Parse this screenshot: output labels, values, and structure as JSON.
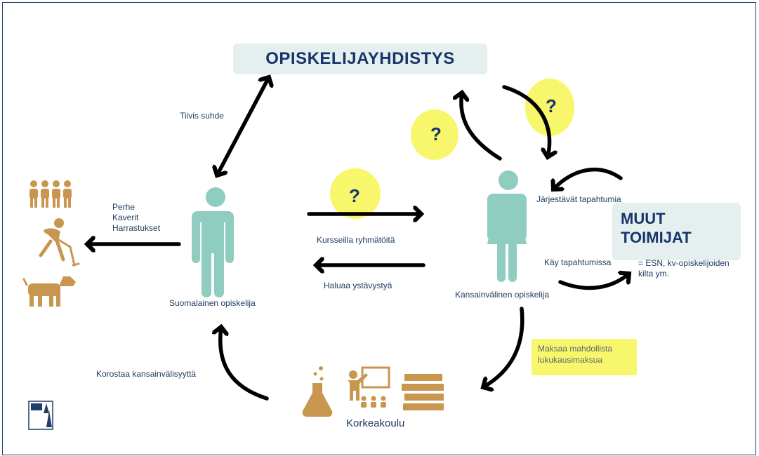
{
  "nodes": {
    "student_union": "OPISKELIJAYHDISTYS",
    "finnish_student": "Suomalainen opiskelija",
    "international_student": "Kansainvälinen opiskelija",
    "other_actors": "MUUT\nTOIMIJAT",
    "other_actors_note": "= ESN, kv-opiskelijoiden\nkilta ym.",
    "university": "Korkeakoulu",
    "finnish_social": "Perhe\nKaverit\nHarrastukset"
  },
  "edges": {
    "close_relation": "Tiivis suhde",
    "group_work": "Kursseilla ryhmätöitä",
    "wants_friends": "Haluaa ystävystyä",
    "organize_events": "Järjestävät tapahtumia",
    "attends_events": "Käy tapahtumissa",
    "emphasize_international": "Korostaa kansainvälisyyttä",
    "tuition_fee": "Maksaa mahdollista\nlukukausimaksua"
  },
  "question_mark": "?",
  "colors": {
    "person": "#8fcdc0",
    "icon_brown": "#c9964f",
    "arrow": "#000000",
    "title_text": "#16366b",
    "box_bg": "#e6efef",
    "highlight": "#f7f450"
  }
}
